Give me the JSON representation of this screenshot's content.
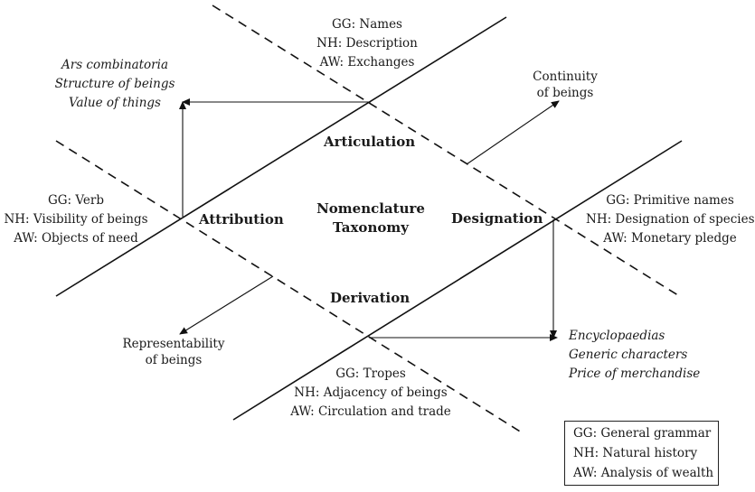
{
  "top_block": {
    "lines": [
      "GG: Names",
      "NH: Description",
      "AW: Exchanges"
    ]
  },
  "left_block": {
    "lines": [
      "GG: Verb",
      "NH: Visibility of beings",
      "AW: Objects of need"
    ]
  },
  "right_block": {
    "lines": [
      "GG: Primitive names",
      "NH: Designation of species",
      "AW: Monetary pledge"
    ]
  },
  "bottom_block": {
    "lines": [
      "GG: Tropes",
      "NH: Adjacency of beings",
      "AW: Circulation and trade"
    ]
  },
  "top_left_italic": {
    "lines": [
      "Ars combinatoria",
      "Structure of beings",
      "Value of things"
    ]
  },
  "bottom_right_italic": {
    "lines": [
      "Encyclopaedias",
      "Generic characters",
      "Price of merchandise"
    ]
  },
  "continuity": {
    "lines": [
      "Continuity",
      "of beings"
    ]
  },
  "representability": {
    "lines": [
      "Representability",
      "of beings"
    ]
  },
  "quadrants": {
    "articulation": "Articulation",
    "attribution": "Attribution",
    "designation": "Designation",
    "derivation": "Derivation"
  },
  "center": {
    "lines": [
      "Nomenclature",
      "Taxonomy"
    ]
  },
  "legend": {
    "lines": [
      "GG: General grammar",
      "NH: Natural history",
      "AW: Analysis of wealth"
    ]
  }
}
